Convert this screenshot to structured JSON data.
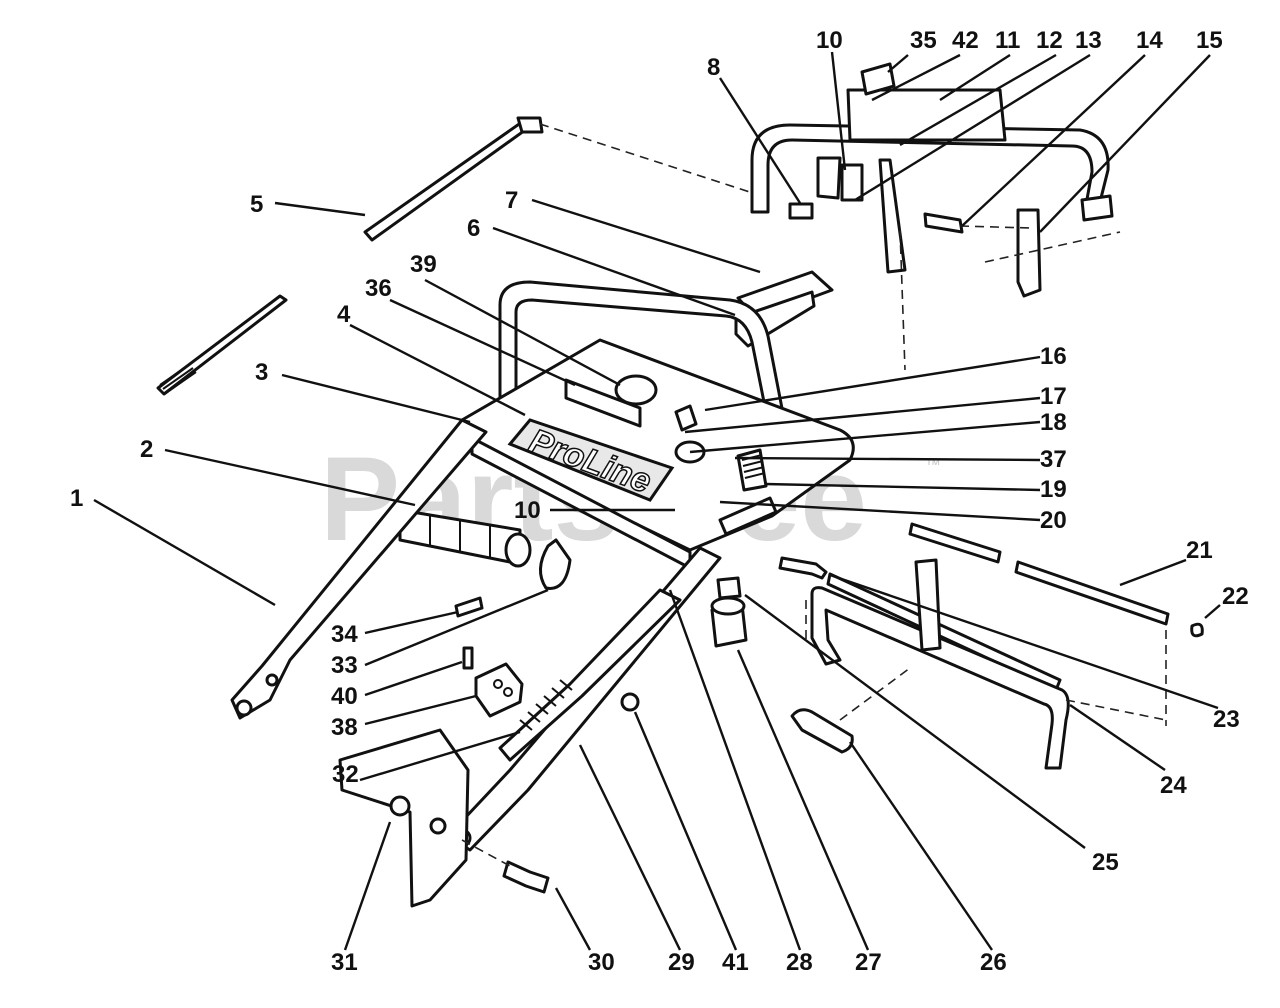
{
  "diagram": {
    "watermark_text": "PartsTree",
    "watermark_tm": "™",
    "brand_plate_text": "ProLine",
    "callouts": [
      {
        "id": "c1",
        "label": "1"
      },
      {
        "id": "c2",
        "label": "2"
      },
      {
        "id": "c3",
        "label": "3"
      },
      {
        "id": "c4",
        "label": "4"
      },
      {
        "id": "c5",
        "label": "5"
      },
      {
        "id": "c6",
        "label": "6"
      },
      {
        "id": "c7",
        "label": "7"
      },
      {
        "id": "c8",
        "label": "8"
      },
      {
        "id": "c10a",
        "label": "10"
      },
      {
        "id": "c10b",
        "label": "10"
      },
      {
        "id": "c11",
        "label": "11"
      },
      {
        "id": "c12",
        "label": "12"
      },
      {
        "id": "c13",
        "label": "13"
      },
      {
        "id": "c14",
        "label": "14"
      },
      {
        "id": "c15",
        "label": "15"
      },
      {
        "id": "c16",
        "label": "16"
      },
      {
        "id": "c17",
        "label": "17"
      },
      {
        "id": "c18",
        "label": "18"
      },
      {
        "id": "c19",
        "label": "19"
      },
      {
        "id": "c20",
        "label": "20"
      },
      {
        "id": "c21",
        "label": "21"
      },
      {
        "id": "c22",
        "label": "22"
      },
      {
        "id": "c23",
        "label": "23"
      },
      {
        "id": "c24",
        "label": "24"
      },
      {
        "id": "c25",
        "label": "25"
      },
      {
        "id": "c26",
        "label": "26"
      },
      {
        "id": "c27",
        "label": "27"
      },
      {
        "id": "c28",
        "label": "28"
      },
      {
        "id": "c29",
        "label": "29"
      },
      {
        "id": "c30",
        "label": "30"
      },
      {
        "id": "c31",
        "label": "31"
      },
      {
        "id": "c32",
        "label": "32"
      },
      {
        "id": "c33",
        "label": "33"
      },
      {
        "id": "c34",
        "label": "34"
      },
      {
        "id": "c35",
        "label": "35"
      },
      {
        "id": "c36",
        "label": "36"
      },
      {
        "id": "c37",
        "label": "37"
      },
      {
        "id": "c38",
        "label": "38"
      },
      {
        "id": "c39",
        "label": "39"
      },
      {
        "id": "c40",
        "label": "40"
      },
      {
        "id": "c41",
        "label": "41"
      },
      {
        "id": "c42",
        "label": "42"
      }
    ]
  }
}
